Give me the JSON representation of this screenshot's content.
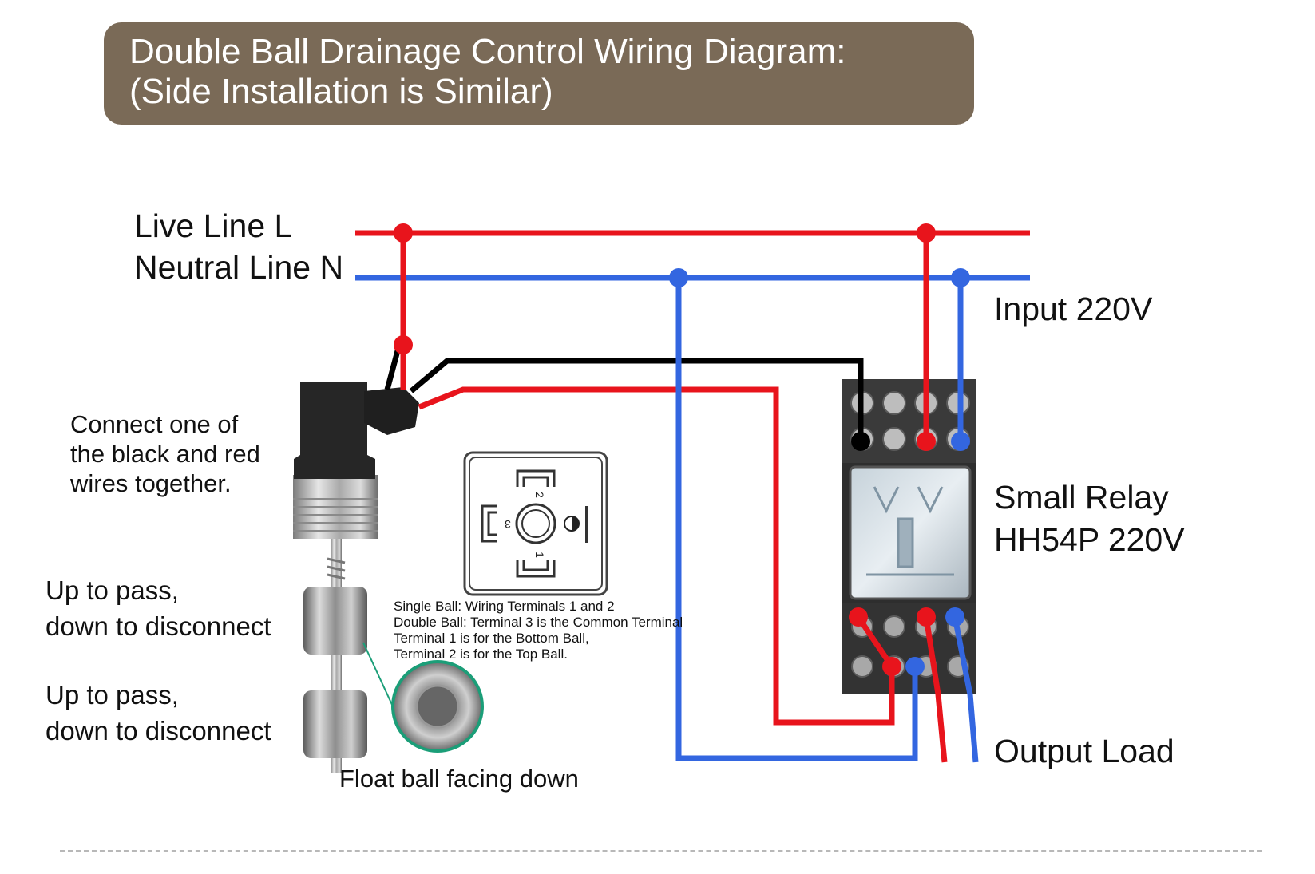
{
  "title": {
    "line1": "Double Ball Drainage Control Wiring Diagram:",
    "line2": "(Side Installation is Similar)"
  },
  "labels": {
    "live_line": "Live Line L",
    "neutral_line": "Neutral Line N",
    "input": "Input 220V",
    "relay_line1": "Small Relay",
    "relay_line2": "HH54P 220V",
    "output": "Output Load",
    "connect_note": [
      "Connect one of",
      "the black and red",
      "wires together."
    ],
    "upper_ball_note": [
      "Up to pass,",
      "down to disconnect"
    ],
    "lower_ball_note": [
      "Up to pass,",
      "down to disconnect"
    ],
    "float_note": "Float ball facing down",
    "terminal_note": [
      "Single Ball: Wiring Terminals 1 and 2",
      "Double Ball: Terminal 3 is the Common Terminal",
      "Terminal 1 is for the Bottom Ball,",
      "Terminal 2 is for the Top Ball."
    ]
  },
  "connector_terminals": [
    "1",
    "2",
    "3"
  ],
  "colors": {
    "live_wire": "#e8141c",
    "neutral_wire": "#3366e0",
    "signal_wire": "#000000",
    "banner": "#7a6a57"
  }
}
